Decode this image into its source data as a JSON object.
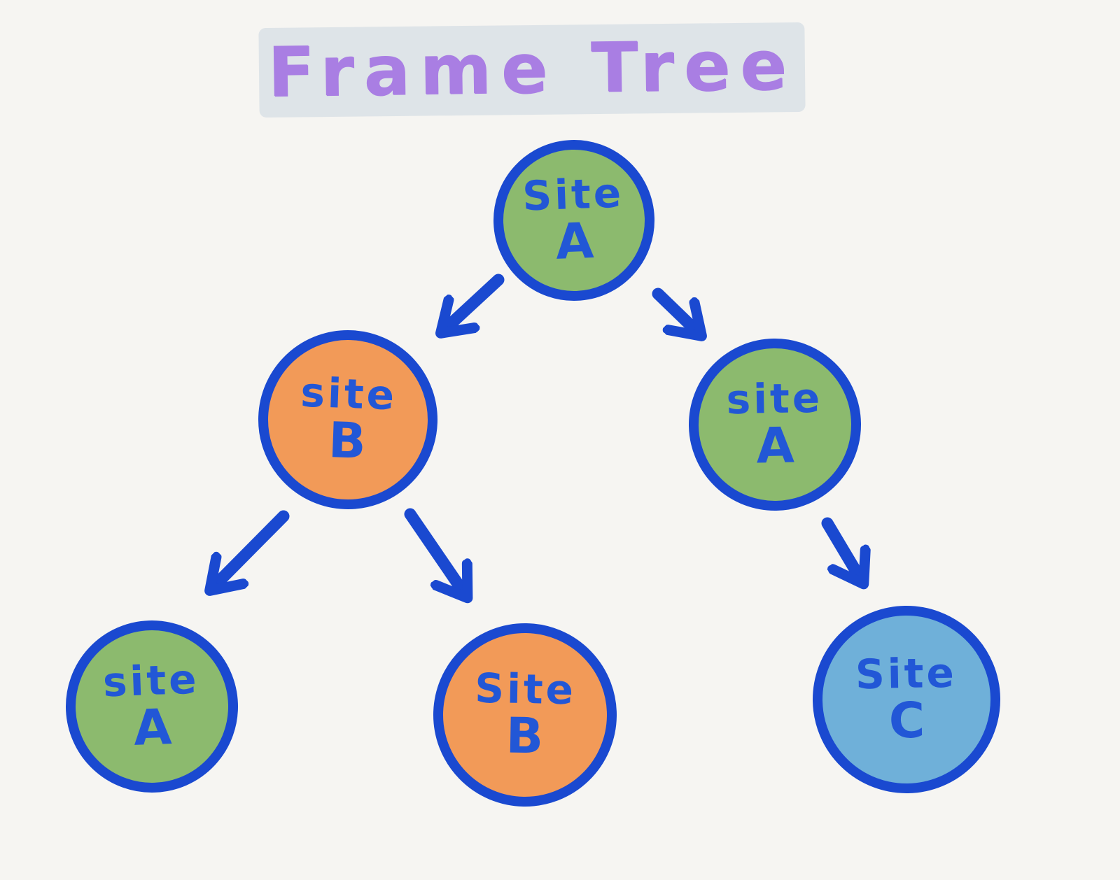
{
  "title": "Frame Tree",
  "colors": {
    "background": "#f6f5f2",
    "arrow": "#1a49d0",
    "outline": "#1a49d0",
    "text": "#2257d6",
    "green": "#8cba6e",
    "orange": "#f29a58",
    "blue-node": "#6fb0d9",
    "title": "#a97ee3",
    "highlight": "#dbe2e7"
  },
  "nodes": [
    {
      "role": "root",
      "label_line1": "Site",
      "label_line2": "A",
      "fill": "green"
    },
    {
      "role": "child-left",
      "label_line1": "site",
      "label_line2": "B",
      "fill": "orange"
    },
    {
      "role": "child-right",
      "label_line1": "site",
      "label_line2": "A",
      "fill": "green"
    },
    {
      "role": "grandchild-left",
      "label_line1": "site",
      "label_line2": "A",
      "fill": "green"
    },
    {
      "role": "grandchild-middle",
      "label_line1": "Site",
      "label_line2": "B",
      "fill": "orange"
    },
    {
      "role": "grandchild-right",
      "label_line1": "Site",
      "label_line2": "C",
      "fill": "blue"
    }
  ],
  "edges": [
    {
      "from": "root",
      "to": "child-left"
    },
    {
      "from": "root",
      "to": "child-right"
    },
    {
      "from": "child-left",
      "to": "grandchild-left"
    },
    {
      "from": "child-left",
      "to": "grandchild-middle"
    },
    {
      "from": "child-right",
      "to": "grandchild-right"
    }
  ]
}
